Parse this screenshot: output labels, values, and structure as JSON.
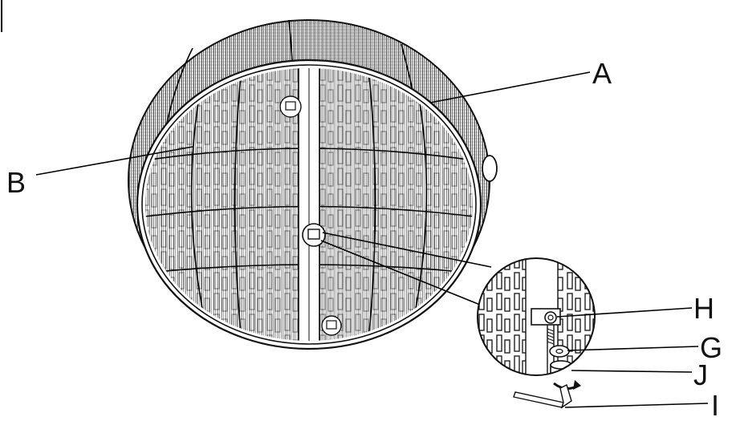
{
  "diagram": {
    "labels": {
      "A": "A",
      "B": "B",
      "H": "H",
      "G": "G",
      "J": "J",
      "I": "I"
    }
  }
}
